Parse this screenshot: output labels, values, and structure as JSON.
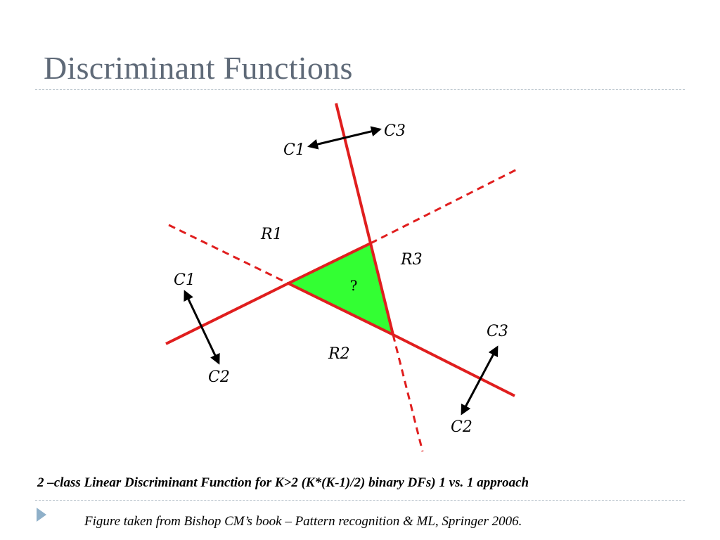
{
  "slide": {
    "title": "Discriminant Functions",
    "caption": "2 –class Linear Discriminant Function for K>2 (K*(K-1)/2) binary DFs) 1 vs. 1 approach",
    "credit": "Figure taken from Bishop CM’s book – Pattern recognition & ML, Springer 2006."
  },
  "diagram": {
    "region_labels": [
      "R1",
      "R2",
      "R3"
    ],
    "ambiguous_label": "?",
    "arrow_pairs": [
      {
        "a": "C1",
        "b": "C3"
      },
      {
        "a": "C1",
        "b": "C2"
      },
      {
        "a": "C3",
        "b": "C2"
      }
    ],
    "colors": {
      "boundary": "#e01e1e",
      "ambiguous_fill": "#33ff33",
      "arrow": "#000000"
    }
  },
  "icons": {
    "bullet": "triangle-right-icon"
  }
}
